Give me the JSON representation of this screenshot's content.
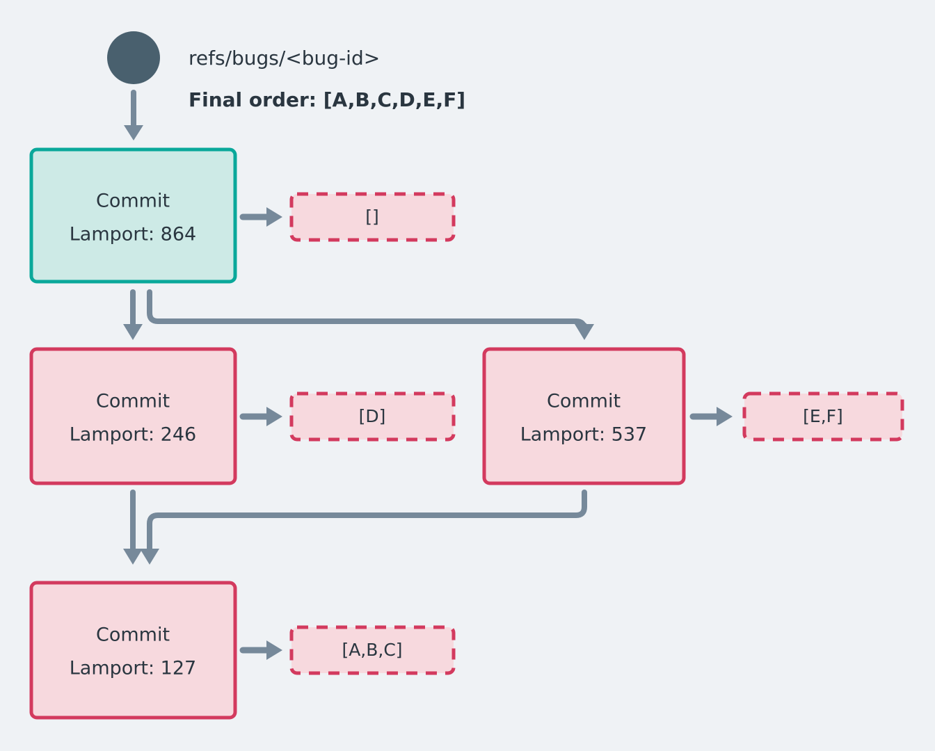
{
  "diagram": {
    "background_color": "#eff2f5",
    "root_node": {
      "name": "root-commit-dot",
      "color": "#49606e"
    },
    "header": {
      "ref_label": "refs/bugs/<bug-id>",
      "final_order_label": "Final order: [A,B,C,D,E,F]"
    },
    "colors": {
      "root_fill": "#cdeae6",
      "root_stroke": "#0aa89a",
      "pending_fill": "#f7d9de",
      "pending_stroke": "#d33a5e",
      "edge": "#76899a",
      "text": "#2a3640"
    },
    "nodes": [
      {
        "id": "commit-864",
        "title": "Commit",
        "lamport": "Lamport: 864",
        "state": "root",
        "queue": "[]"
      },
      {
        "id": "commit-246",
        "title": "Commit",
        "lamport": "Lamport: 246",
        "state": "pending",
        "queue": "[D]"
      },
      {
        "id": "commit-537",
        "title": "Commit",
        "lamport": "Lamport: 537",
        "state": "pending",
        "queue": "[E,F]"
      },
      {
        "id": "commit-127",
        "title": "Commit",
        "lamport": "Lamport: 127",
        "state": "pending",
        "queue": "[A,B,C]"
      }
    ],
    "edges": [
      {
        "from": "root-dot",
        "to": "commit-864"
      },
      {
        "from": "commit-864",
        "to": "commit-246"
      },
      {
        "from": "commit-864",
        "to": "commit-537"
      },
      {
        "from": "commit-246",
        "to": "commit-127"
      },
      {
        "from": "commit-537",
        "to": "commit-127"
      },
      {
        "from": "commit-864",
        "to": "queue-864"
      },
      {
        "from": "commit-246",
        "to": "queue-246"
      },
      {
        "from": "commit-537",
        "to": "queue-537"
      },
      {
        "from": "commit-127",
        "to": "queue-127"
      }
    ]
  }
}
